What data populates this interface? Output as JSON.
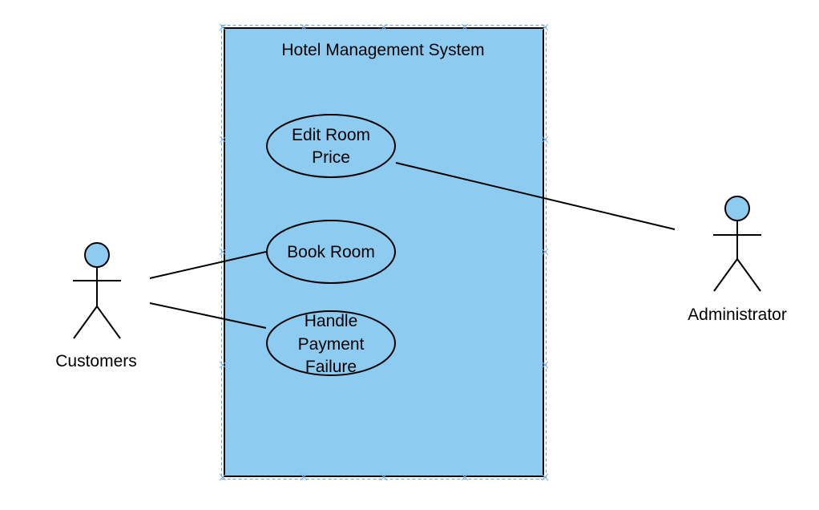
{
  "colors": {
    "system_fill": "#8ecbf0",
    "system_border": "#000000",
    "selection_dash": "#6a9ed6",
    "selection_handle": "#7fb1e8",
    "use_case_fill": "#8ecbf0",
    "actor_head_fill": "#8ecbf0",
    "line": "#000000",
    "background": "#ffffff"
  },
  "system": {
    "title": "Hotel Management System"
  },
  "use_cases": [
    {
      "id": "edit-room-price",
      "lines": [
        "Edit Room",
        "Price"
      ]
    },
    {
      "id": "book-room",
      "lines": [
        "Book Room"
      ]
    },
    {
      "id": "handle-payment-failure",
      "lines": [
        "Handle",
        "Payment",
        "Failure"
      ]
    }
  ],
  "actors": [
    {
      "id": "customers",
      "label": "Customers"
    },
    {
      "id": "administrator",
      "label": "Administrator"
    }
  ],
  "associations": [
    {
      "from": "customers",
      "to": "book-room"
    },
    {
      "from": "customers",
      "to": "handle-payment-failure"
    },
    {
      "from": "administrator",
      "to": "edit-room-price"
    }
  ]
}
